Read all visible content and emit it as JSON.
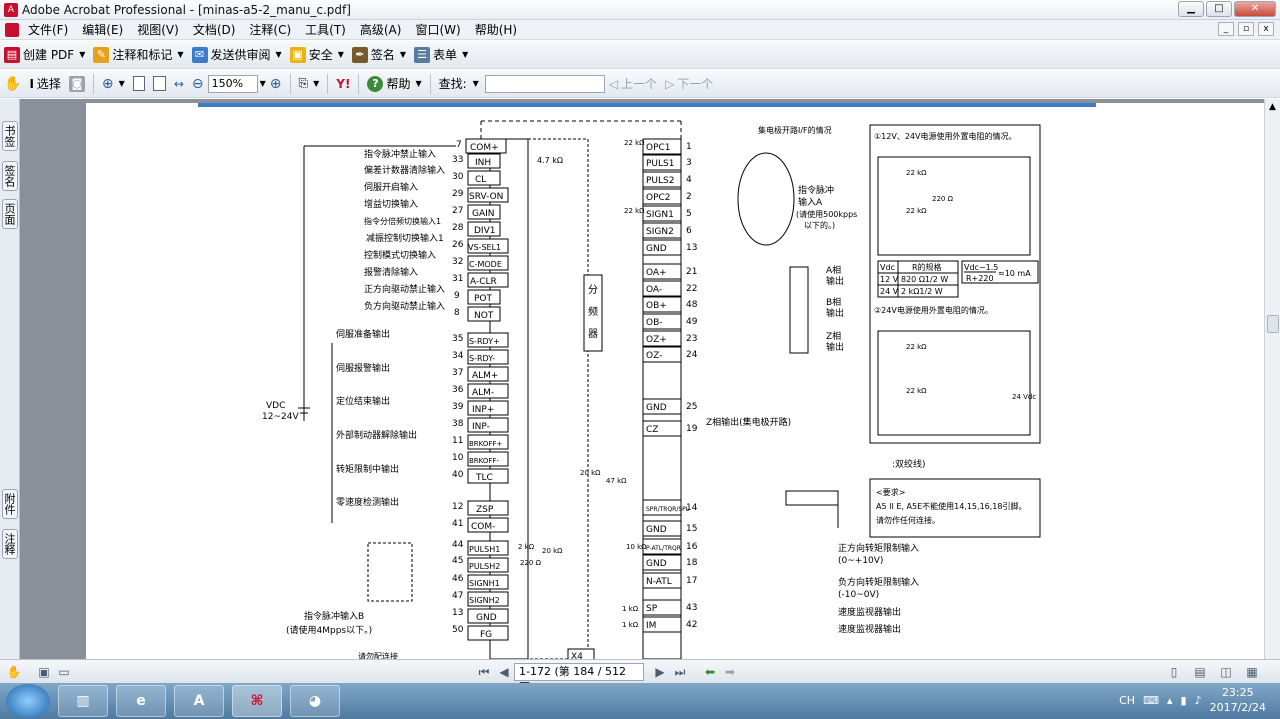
{
  "window": {
    "title": "Adobe Acrobat Professional - [minas-a5-2_manu_c.pdf]",
    "app_icon": "acrobat-icon",
    "controls": [
      "minimize-icon",
      "maximize-icon",
      "close-icon"
    ]
  },
  "menu": [
    "文件(F)",
    "编辑(E)",
    "视图(V)",
    "文档(D)",
    "注释(C)",
    "工具(T)",
    "高级(A)",
    "窗口(W)",
    "帮助(H)"
  ],
  "toolbar1": {
    "create_pdf": "创建 PDF",
    "comment": "注释和标记",
    "send_review": "发送供审阅",
    "security": "安全",
    "sign": "签名",
    "forms": "表单"
  },
  "toolbar2": {
    "select": "选择",
    "zoom_value": "150%",
    "help": "帮助",
    "find_label": "查找:",
    "prev": "上一个",
    "next": "下一个"
  },
  "left_tabs": [
    "书签",
    "签名",
    "页面",
    "附件",
    "注释"
  ],
  "navigation": {
    "page_field": "1-172 (第 184 / 512 页)"
  },
  "taskbar": {
    "lang": "CH",
    "time": "23:25",
    "date": "2017/2/24"
  },
  "diagram": {
    "left_signals": [
      {
        "label": "指令脉冲禁止输入",
        "pin": "33",
        "name": "INH"
      },
      {
        "label": "偏差计数器清除输入",
        "pin": "30",
        "name": "CL"
      },
      {
        "label": "伺服开启输入",
        "pin": "29",
        "name": "SRV-ON"
      },
      {
        "label": "增益切换输入",
        "pin": "27",
        "name": "GAIN"
      },
      {
        "label": "指令分倍频切换输入1",
        "pin": "28",
        "name": "DIV1"
      },
      {
        "label": "减振控制切换输入1",
        "pin": "26",
        "name": "VS-SEL1"
      },
      {
        "label": "控制模式切换输入",
        "pin": "32",
        "name": "C-MODE"
      },
      {
        "label": "报警清除输入",
        "pin": "31",
        "name": "A-CLR"
      },
      {
        "label": "正方向驱动禁止输入",
        "pin": "9",
        "name": "POT"
      },
      {
        "label": "负方向驱动禁止输入",
        "pin": "8",
        "name": "NOT"
      }
    ],
    "com_plus": {
      "pin": "7",
      "name": "COM+"
    },
    "outputs": [
      {
        "label": "伺服准备输出",
        "pins": [
          "35",
          "34"
        ],
        "names": [
          "S-RDY+",
          "S-RDY-"
        ]
      },
      {
        "label": "伺服报警输出",
        "pins": [
          "37",
          "36"
        ],
        "names": [
          "ALM+",
          "ALM-"
        ]
      },
      {
        "label": "定位结束输出",
        "pins": [
          "39",
          "38"
        ],
        "names": [
          "INP+",
          "INP-"
        ]
      },
      {
        "label": "外部制动器解除输出",
        "pins": [
          "11",
          "10"
        ],
        "names": [
          "BRKOFF+",
          "BRKOFF-"
        ]
      },
      {
        "label": "转矩限制中输出",
        "pins": [
          "40"
        ],
        "names": [
          "TLC"
        ]
      },
      {
        "label": "零速度检测输出",
        "pins": [
          "12",
          "41"
        ],
        "names": [
          "ZSP",
          "COM-"
        ]
      }
    ],
    "vdc_label": "VDC",
    "vdc_range": "12~24V",
    "bottom_left": [
      {
        "pin": "44",
        "name": "PULSH1"
      },
      {
        "pin": "45",
        "name": "PULSH2"
      },
      {
        "pin": "46",
        "name": "SIGNH1"
      },
      {
        "pin": "47",
        "name": "SIGNH2"
      },
      {
        "pin": "13",
        "name": "GND"
      },
      {
        "pin": "50",
        "name": "FG"
      }
    ],
    "pulse_b_label": "指令脉冲输入B",
    "pulse_b_note": "(请使用4Mpps以下。)",
    "resistor_47k": "4.7 kΩ",
    "connector_x4": "X4",
    "right_pins": [
      {
        "pin": "1",
        "name": "OPC1"
      },
      {
        "pin": "3",
        "name": "PULS1"
      },
      {
        "pin": "4",
        "name": "PULS2"
      },
      {
        "pin": "2",
        "name": "OPC2"
      },
      {
        "pin": "5",
        "name": "SIGN1"
      },
      {
        "pin": "6",
        "name": "SIGN2"
      },
      {
        "pin": "13",
        "name": "GND"
      },
      {
        "pin": "21",
        "name": "OA+"
      },
      {
        "pin": "22",
        "name": "OA-"
      },
      {
        "pin": "48",
        "name": "OB+"
      },
      {
        "pin": "49",
        "name": "OB-"
      },
      {
        "pin": "23",
        "name": "OZ+"
      },
      {
        "pin": "24",
        "name": "OZ-"
      },
      {
        "pin": "25",
        "name": "GND"
      },
      {
        "pin": "19",
        "name": "CZ"
      },
      {
        "pin": "14",
        "name": "SPR/TRQR/SPL"
      },
      {
        "pin": "15",
        "name": "GND"
      },
      {
        "pin": "16",
        "name": "P-ATL/TRQR"
      },
      {
        "pin": "18",
        "name": "GND"
      },
      {
        "pin": "17",
        "name": "N-ATL"
      },
      {
        "pin": "43",
        "name": "SP"
      },
      {
        "pin": "42",
        "name": "IM"
      }
    ],
    "divider_label": [
      "分",
      "频",
      "器"
    ],
    "open_collector_if": "集电极开路I/F的情况",
    "pulse_a_label": "指令脉冲",
    "pulse_a_label2": "输入A",
    "pulse_a_note": "(请使用500kpps",
    "pulse_a_note2": "以下的。)",
    "phase_a": [
      "A相",
      "输出"
    ],
    "phase_b": [
      "B相",
      "输出"
    ],
    "phase_z": [
      "Z相",
      "输出"
    ],
    "z_open_collector": "Z相输出(集电极开路)",
    "torque_plus": "正方向转矩限制输入",
    "torque_plus_range": "(0~+10V)",
    "torque_minus": "负方向转矩限制输入",
    "torque_minus_range": "(-10~0V)",
    "speed_monitor": "速度监视器输出",
    "torque_monitor": "速度监视器输出",
    "r_22k": "22 kΩ",
    "r_1k": "1 kΩ",
    "r_2k": "2 kΩ",
    "r_20k": "20 kΩ",
    "r_10k": "10 kΩ",
    "r_47k": "47 kΩ",
    "r_220": "220 Ω",
    "box1_title": "①12V、24V电源使用外置电阻的情况。",
    "box1_table": {
      "head": [
        "Vdc",
        "R的规格"
      ],
      "rows": [
        [
          "12 V",
          "820 Ω1/2 W"
        ],
        [
          "24 V",
          "2 kΩ1/2 W"
        ]
      ],
      "formula": "Vdc−1.5",
      "formula2": "R+220",
      "formula3": "≈10 mA"
    },
    "box2_title": "②24V电源使用外置电阻的情况。",
    "box2_vdc": "24 Vdc",
    "twisted_label": ":双绞线)",
    "note_title": "<要求>",
    "note_line1": "A5 II E, A5E不能使用14,15,16,18引脚。",
    "note_line2": "请勿作任何连接。",
    "bottom_cut": "请勿配连接"
  }
}
